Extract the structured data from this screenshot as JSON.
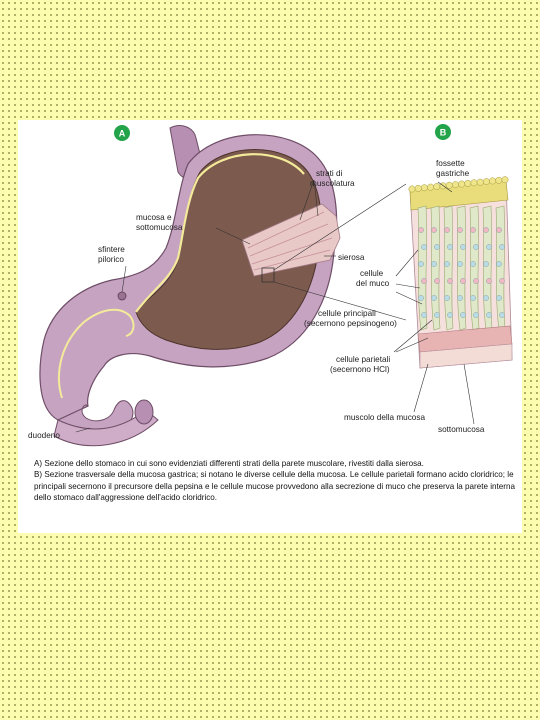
{
  "panels": {
    "a": "A",
    "b": "B"
  },
  "labels": {
    "strati": [
      "strati di",
      "muscolatura"
    ],
    "mucosa": [
      "mucosa e",
      "sottomucosa"
    ],
    "sfintere": [
      "sfintere",
      "pilorico"
    ],
    "sierosa": "sierosa",
    "duodeno": "duodeno",
    "fossette": [
      "fossette",
      "gastriche"
    ],
    "cellule_muco": [
      "cellule",
      "del muco"
    ],
    "cellule_principali": [
      "cellule principali",
      "(secernono pepsinogeno)"
    ],
    "cellule_parietali": [
      "cellule parietali",
      "(secernono HCl)"
    ],
    "muscolo": "muscolo della mucosa",
    "sottomucosa": "sottomucosa"
  },
  "caption": {
    "a": "A) Sezione dello stomaco in cui sono evidenziati differenti strati della parete muscolare, rivestiti dalla sierosa.",
    "b": "B) Sezione trasversale della mucosa gastrica; si notano le diverse cellule della mucosa. Le cellule parietali formano acido cloridrico; le principali secernono il precursore della pepsina e le cellule mucose provvedono alla secrezione di muco che preserva la parete interna dello stomaco dall'aggressione dell'acido cloridrico."
  },
  "colors": {
    "stomach_outer": "#c7a3c2",
    "stomach_inner": "#7d5a4e",
    "mucosa_line": "#f3ea9a",
    "badge": "#23a34a"
  }
}
